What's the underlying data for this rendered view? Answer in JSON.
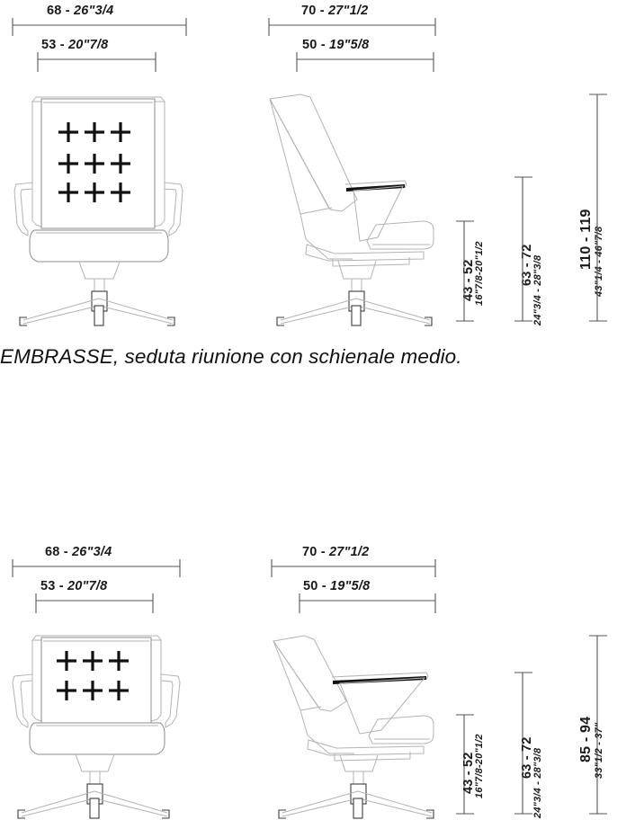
{
  "document": {
    "type": "product-specification-drawing",
    "caption": "EMBRASSE, seduta riunione con schienale medio."
  },
  "drawings": [
    {
      "id": "upper",
      "name": "medium-back-meeting-chair",
      "views": [
        {
          "name": "front-view",
          "stitch_grid_rows": 3,
          "stitch_grid_cols": 3
        },
        {
          "name": "side-view"
        }
      ],
      "horizontal_dimensions": [
        {
          "name": "overall-width-front",
          "metric": "68",
          "separator": "-",
          "imperial": "26\"3/4",
          "full": "68 - 26\"3/4"
        },
        {
          "name": "seat-width-front",
          "metric": "53",
          "separator": "-",
          "imperial": "20\"7/8",
          "full": "53 - 20\"7/8"
        },
        {
          "name": "overall-depth-side",
          "metric": "70",
          "separator": "-",
          "imperial": "27\"1/2",
          "full": "70 - 27\"1/2"
        },
        {
          "name": "seat-depth-side",
          "metric": "50",
          "separator": "-",
          "imperial": "19\"5/8",
          "full": "50 - 19\"5/8"
        }
      ],
      "vertical_dimensions": [
        {
          "name": "seat-height",
          "metric": "43 - 52",
          "imperial": "16\"7/8-20\"1/2"
        },
        {
          "name": "armrest-height",
          "metric": "63 - 72",
          "imperial": "24\"3/4 - 28\"3/8"
        },
        {
          "name": "overall-height",
          "metric": "110 - 119",
          "imperial": "43\"1/4 - 46\"7/8"
        }
      ]
    },
    {
      "id": "lower",
      "name": "low-back-meeting-chair",
      "views": [
        {
          "name": "front-view",
          "stitch_grid_rows": 2,
          "stitch_grid_cols": 3
        },
        {
          "name": "side-view"
        }
      ],
      "horizontal_dimensions": [
        {
          "name": "overall-width-front",
          "metric": "68",
          "separator": "-",
          "imperial": "26\"3/4",
          "full": "68 - 26\"3/4"
        },
        {
          "name": "seat-width-front",
          "metric": "53",
          "separator": "-",
          "imperial": "20\"7/8",
          "full": "53 - 20\"7/8"
        },
        {
          "name": "overall-depth-side",
          "metric": "70",
          "separator": "-",
          "imperial": "27\"1/2",
          "full": "70 - 27\"1/2"
        },
        {
          "name": "seat-depth-side",
          "metric": "50",
          "separator": "-",
          "imperial": "19\"5/8",
          "full": "50 - 19\"5/8"
        }
      ],
      "vertical_dimensions": [
        {
          "name": "seat-height",
          "metric": "43 - 52",
          "imperial": "16\"7/8-20\"1/2"
        },
        {
          "name": "armrest-height",
          "metric": "63 - 72",
          "imperial": "24\"3/4 - 28\"3/8"
        },
        {
          "name": "overall-height",
          "metric": "85 - 94",
          "imperial": "33\"1/2 - 37\""
        }
      ]
    }
  ],
  "colors": {
    "line": "#3d3d3d",
    "line_light": "#b3b3b3",
    "text": "#111111",
    "background": "#ffffff"
  }
}
